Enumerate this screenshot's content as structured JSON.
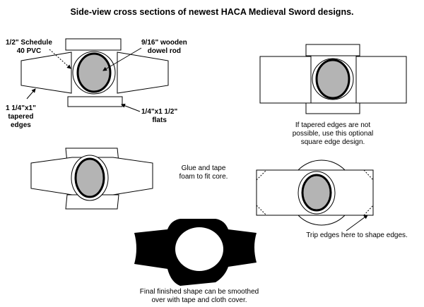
{
  "title": "Side-view cross sections of newest HACA Medieval Sword designs.",
  "labels": {
    "pvc": [
      "1/2\" Schedule",
      "40 PVC"
    ],
    "dowel": [
      "9/16\" wooden",
      "dowel rod"
    ],
    "tapered": [
      "1 1/4\"x1\"",
      "tapered",
      "edges"
    ],
    "flats": [
      "1/4\"x1 1/2\"",
      "flats"
    ],
    "optional": [
      "If tapered edges are not",
      "possible, use this optional",
      "square edge design."
    ],
    "glue": [
      "Glue and tape",
      "foam to fit core."
    ],
    "trip": "Trip edges here to shape edges.",
    "final": [
      "Final finished shape can be smoothed",
      "over with tape and cloth cover."
    ]
  },
  "colors": {
    "dowel": "#b4b4b4",
    "line": "#000000",
    "background": "#ffffff"
  }
}
